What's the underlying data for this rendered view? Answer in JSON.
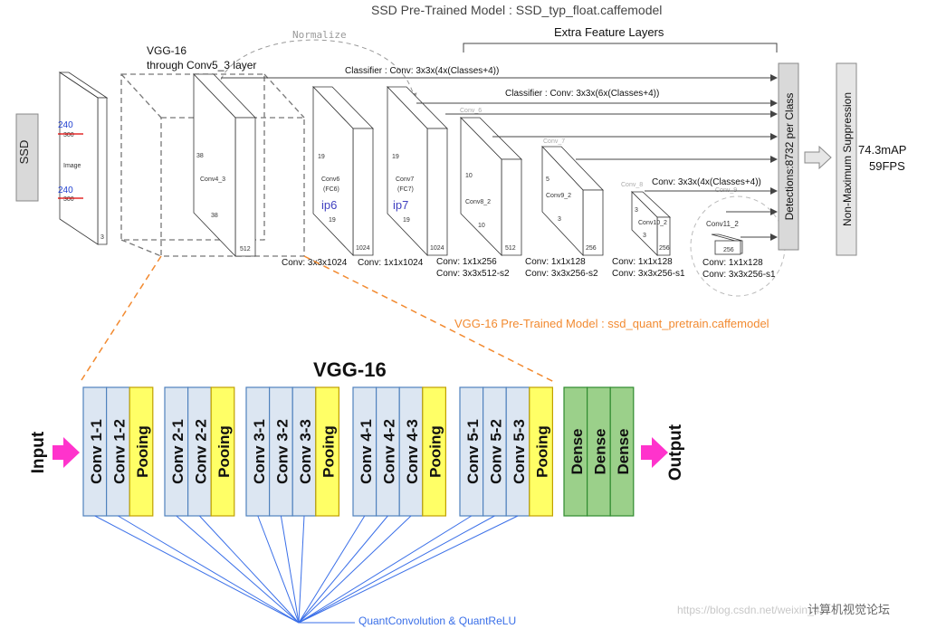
{
  "ssd": {
    "title": "SSD Pre-Trained Model : SSD_typ_float.caffemodel",
    "input_label": "SSD",
    "image": {
      "label": "Image",
      "h": "300",
      "h_blue": "240",
      "w": "300",
      "w_blue": "240",
      "depth": "3"
    },
    "vgg_label_line1": "VGG-16",
    "vgg_label_line2": "through Conv5_3 layer",
    "normalize": "Normalize",
    "extra_feature": "Extra Feature Layers",
    "classifier1": "Classifier : Conv: 3x3x(4x(Classes+4))",
    "classifier2": "Classifier : Conv: 3x3x(6x(Classes+4))",
    "classifier3": "Conv: 3x3x(4x(Classes+4))",
    "conv4_3": {
      "name": "Conv4_3",
      "h": "38",
      "w": "38",
      "d": "512"
    },
    "conv6": {
      "name": "Conv6",
      "sub": "(FC6)",
      "ip": "ip6",
      "h": "19",
      "w": "19",
      "d": "1024"
    },
    "conv7": {
      "name": "Conv7",
      "sub": "(FC7)",
      "ip": "ip7",
      "h": "19",
      "w": "19",
      "d": "1024"
    },
    "conv8": {
      "top": "Conv_6",
      "name": "Conv8_2",
      "h": "10",
      "w": "10",
      "d": "512"
    },
    "conv9": {
      "top": "Conv_7",
      "name": "Conv9_2",
      "h": "5",
      "w": "3",
      "d": "256"
    },
    "conv10": {
      "top": "Conv_8",
      "name": "Conv10_2",
      "h": "3",
      "w": "3",
      "d": "256"
    },
    "conv11": {
      "top": "Conv_9",
      "name": "Conv11_2",
      "d": "256"
    },
    "conv_labels": {
      "c6": "Conv: 3x3x1024",
      "c7": "Conv: 1x1x1024",
      "c8a": "Conv: 1x1x256",
      "c8b": "Conv:  3x3x512-s2",
      "c9a": "Conv: 1x1x128",
      "c9b": "Conv: 3x3x256-s2",
      "c10a": "Conv: 1x1x128",
      "c10b": "Conv: 3x3x256-s1",
      "c11a": "Conv: 1x1x128",
      "c11b": "Conv: 3x3x256-s1"
    },
    "detections": "Detections:8732  per Class",
    "nms": "Non-Maximum Suppression",
    "map": "74.3mAP",
    "fps": "59FPS"
  },
  "vgg_pretrained": "VGG-16 Pre-Trained Model : ssd_quant_pretrain.caffemodel",
  "vgg": {
    "title": "VGG-16",
    "input": "Input",
    "output": "Output",
    "blocks": [
      [
        "Conv 1-1",
        "Conv 1-2",
        "Pooing"
      ],
      [
        "Conv 2-1",
        "Conv 2-2",
        "Pooing"
      ],
      [
        "Conv 3-1",
        "Conv 3-2",
        "Conv 3-3",
        "Pooing"
      ],
      [
        "Conv 4-1",
        "Conv 4-2",
        "Conv 4-3",
        "Pooing"
      ],
      [
        "Conv 5-1",
        "Conv 5-2",
        "Conv 5-3",
        "Pooing"
      ],
      [
        "Dense",
        "Dense",
        "Dense"
      ]
    ],
    "quant": "QuantConvolution & QuantReLU"
  },
  "watermark": "https://blog.csdn.net/weixin_4",
  "watermark_logo": "计算机视觉论坛",
  "colors": {
    "conv_fill": "#dce6f2",
    "conv_stroke": "#4f81bd",
    "pool_fill": "#ffff66",
    "pool_stroke": "#c0a000",
    "dense_fill": "#9bd08a",
    "dense_stroke": "#2e8b2e",
    "arrow_pink": "#ff33cc",
    "orange": "#f28a30",
    "blue_line": "#3a6fe8"
  }
}
